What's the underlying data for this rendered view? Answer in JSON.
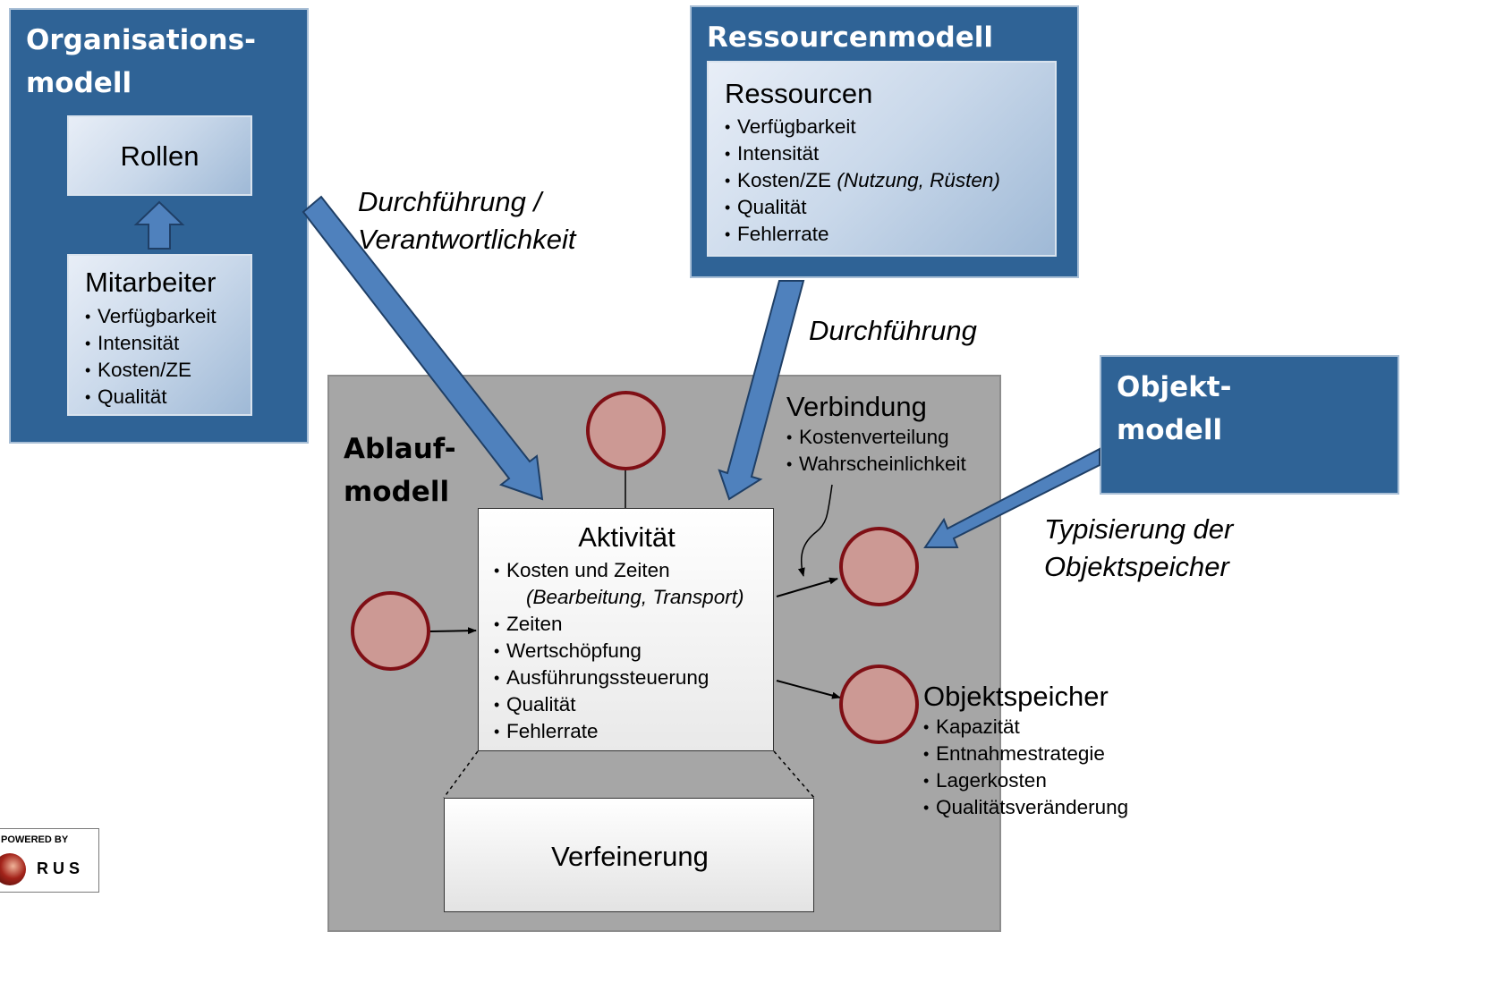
{
  "organisation": {
    "title_line1": "Organisations-",
    "title_line2": "modell",
    "roles_label": "Rollen",
    "employee": {
      "title": "Mitarbeiter",
      "items": [
        "Verfügbarkeit",
        "Intensität",
        "Kosten/ZE",
        "Qualität"
      ]
    }
  },
  "resource": {
    "title": "Ressourcenmodell",
    "inner_title": "Ressourcen",
    "items": [
      "Verfügbarkeit",
      "Intensität",
      "Kosten/ZE",
      "Qualität",
      "Fehlerrate"
    ],
    "cost_note": "(Nutzung, Rüsten)"
  },
  "object_model": {
    "title_line1": "Objekt-",
    "title_line2": "modell"
  },
  "process": {
    "title_line1": "Ablauf-",
    "title_line2": "modell",
    "activity": {
      "title": "Aktivität",
      "items": [
        "Kosten und Zeiten",
        "Zeiten",
        "Wertschöpfung",
        "Ausführungssteuerung",
        "Qualität",
        "Fehlerrate"
      ],
      "sub_note": "(Bearbeitung, Transport)"
    },
    "refinement": "Verfeinerung"
  },
  "connection": {
    "title": "Verbindung",
    "items": [
      "Kostenverteilung",
      "Wahrscheinlichkeit"
    ]
  },
  "object_store": {
    "title": "Objektspeicher",
    "items": [
      "Kapazität",
      "Entnahmestrategie",
      "Lagerkosten",
      "Qualitätsveränderung"
    ]
  },
  "arrow_labels": {
    "responsibility_line1": "Durchführung /",
    "responsibility_line2": "Verantwortlichkeit",
    "execution": "Durchführung",
    "typing_line1": "Typisierung der",
    "typing_line2": "Objektspeicher"
  },
  "logo": {
    "powered_by": "POWERED BY",
    "brand": "R U S"
  },
  "colors": {
    "model_blue": "#2f6396",
    "arrow_blue": "#4f81bd",
    "node_fill": "#cc9994",
    "node_stroke": "#7f0f15",
    "process_gray": "#a6a6a6"
  }
}
